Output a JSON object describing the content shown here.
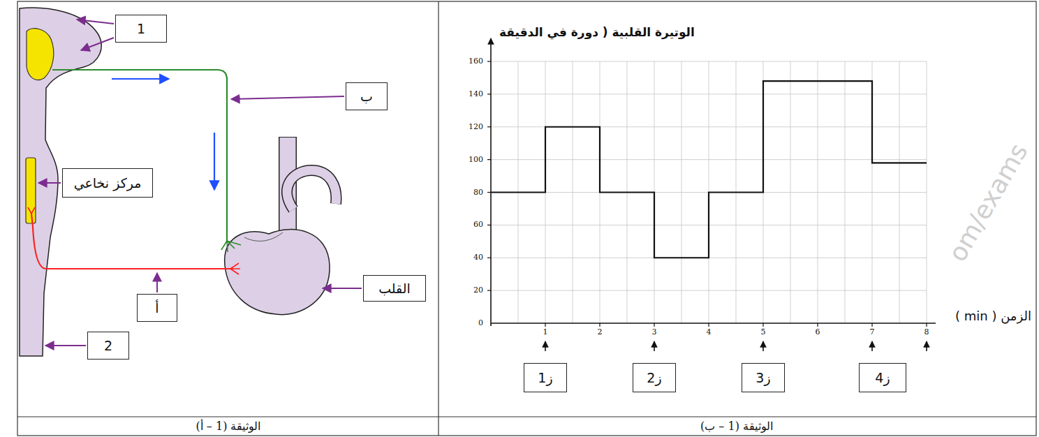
{
  "diagram": {
    "nodes": [
      {
        "text": [
          "1"
        ]
      },
      {
        "text": [
          "ب"
        ]
      },
      {
        "text": [
          "مركز نخاعي"
        ]
      },
      {
        "text": [
          "أ"
        ]
      },
      {
        "text": [
          "القلب"
        ]
      },
      {
        "text": [
          "2"
        ]
      },
      {
        "text": [
          "ز1"
        ]
      },
      {
        "text": [
          "ز2"
        ]
      },
      {
        "text": [
          "ز3"
        ]
      },
      {
        "text": [
          "ز4"
        ]
      }
    ],
    "labels": [
      "الوتيرة القلبية ( دورة في الدقيقة",
      "0",
      "20",
      "40",
      "60",
      "80",
      "100",
      "120",
      "140",
      "160",
      "1",
      "2",
      "3",
      "4",
      "5",
      "6",
      "7",
      "8",
      "الزمن ( min )",
      "الوثيقة (1 – أ)",
      "الوثيقة (1 – ب)",
      "om/exams"
    ]
  }
}
